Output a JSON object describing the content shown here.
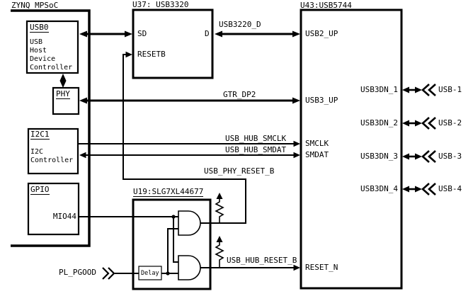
{
  "zynq": {
    "title": "ZYNQ MPSoC",
    "usb0": {
      "title": "USB0",
      "line1": "USB",
      "line2": "Host",
      "line3": "Device",
      "line4": "Controller"
    },
    "phy": {
      "title": "PHY"
    },
    "i2c1": {
      "title": "I2C1",
      "line1": "I2C",
      "line2": "Controller"
    },
    "gpio": {
      "title": "GPIO",
      "pin_mio44": "MIO44"
    }
  },
  "u37": {
    "title": "U37: USB3320",
    "pin_sd": "SD",
    "pin_d": "D",
    "pin_resetb": "RESETB"
  },
  "u43": {
    "title": "U43:USB5744",
    "pin_usb2_up": "USB2_UP",
    "pin_usb3_up": "USB3_UP",
    "pin_smclk": "SMCLK",
    "pin_smdat": "SMDAT",
    "pin_reset_n": "RESET_N",
    "pin_usb3dn_1": "USB3DN_1",
    "pin_usb3dn_2": "USB3DN_2",
    "pin_usb3dn_3": "USB3DN_3",
    "pin_usb3dn_4": "USB3DN_4"
  },
  "u19": {
    "title": "U19:SLG7XL44677",
    "delay_label": "Delay"
  },
  "nets": {
    "usb3220_d": "USB3220_D",
    "gtr_dp2": "GTR_DP2",
    "usb_hub_smclk": "USB_HUB_SMCLK",
    "usb_hub_smdat": "USB_HUB_SMDAT",
    "usb_phy_reset_b": "USB_PHY_RESET_B",
    "usb_hub_reset_b": "USB_HUB_RESET_B",
    "pl_pgood": "PL_PGOOD"
  },
  "connectors": {
    "usb1": "USB-1",
    "usb2": "USB-2",
    "usb3": "USB-3",
    "usb4": "USB-4"
  },
  "colors": {
    "line": "#000000",
    "background": "#ffffff",
    "text": "#000000"
  }
}
